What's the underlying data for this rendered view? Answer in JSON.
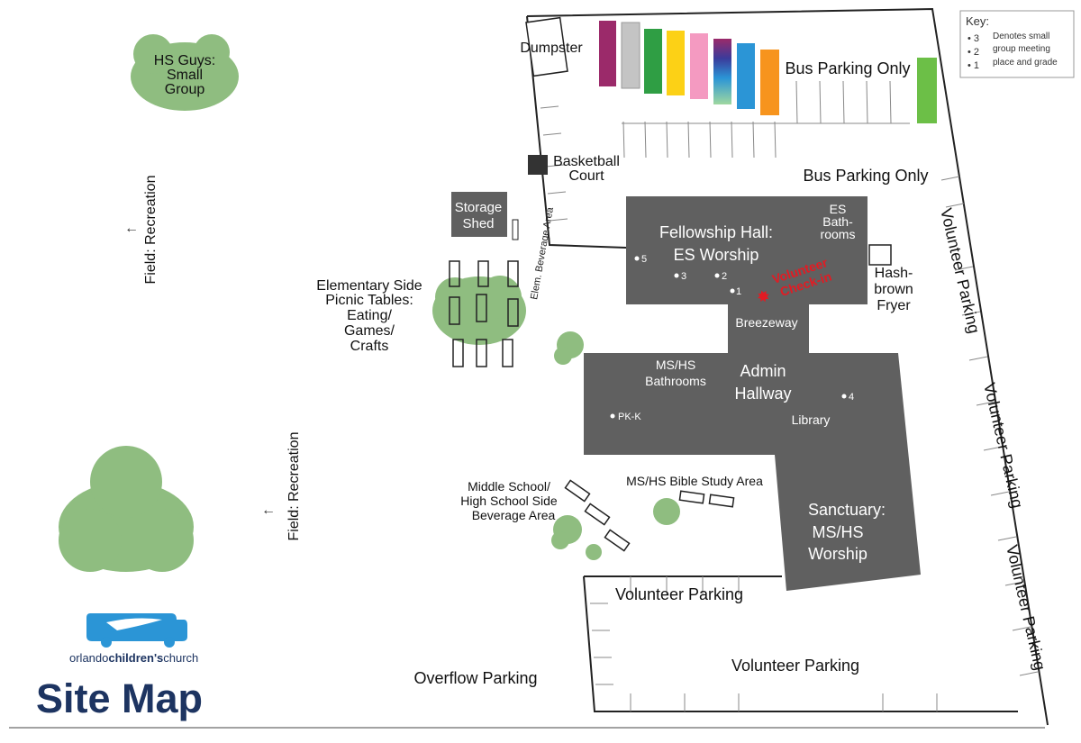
{
  "key": {
    "title": "Key:",
    "markers": [
      "3",
      "2",
      "1"
    ],
    "description": [
      "Denotes small",
      "group meeting",
      "place and grade"
    ]
  },
  "logo": {
    "org_name_light_1": "orlando",
    "org_name_bold": "children's",
    "org_name_light_2": "church",
    "title": "Site Map"
  },
  "colors": {
    "building": "#606060",
    "tree": "#8fbd80",
    "title": "#1d3461",
    "logo": "#2b95d6",
    "checkin": "#e21b23"
  },
  "buses": [
    "#9b2a6a",
    "#c4c4c4",
    "#2f9e44",
    "#fcd116",
    "#f49ac1",
    "gradient",
    "#2b95d6",
    "#f7941d"
  ],
  "labels": {
    "hs_guys": [
      "HS Guys:",
      "Small",
      "Group"
    ],
    "field_1": "Field: Recreation",
    "field_2": "Field: Recreation",
    "dumpster": "Dumpster",
    "bus_parking_1": "Bus Parking Only",
    "bus_parking_2": "Bus Parking Only",
    "basketball": [
      "Basketball",
      "Court"
    ],
    "storage": [
      "Storage",
      "Shed"
    ],
    "elem_beverage": "Elem. Beverage Area",
    "picnic": [
      "Elementary Side",
      "Picnic Tables:",
      "Eating/",
      "Games/",
      "Crafts"
    ],
    "fellowship": [
      "Fellowship Hall:",
      "ES Worship"
    ],
    "es_bathrooms": [
      "ES",
      "Bath-",
      "rooms"
    ],
    "hashbrown": [
      "Hash-",
      "brown",
      "Fryer"
    ],
    "checkin": [
      "Volunteer",
      "Check-in"
    ],
    "breezeway": "Breezeway",
    "mshs_bathrooms": [
      "MS/HS",
      "Bathrooms"
    ],
    "admin": [
      "Admin",
      "Hallway"
    ],
    "library": "Library",
    "pkk": "PK-K",
    "grade_markers": {
      "g5": "5",
      "g3": "3",
      "g2": "2",
      "g1": "1",
      "g4": "4"
    },
    "bible_study": "MS/HS Bible Study Area",
    "mshs_beverage": [
      "Middle School/",
      "High School Side",
      "Beverage Area"
    ],
    "sanctuary": [
      "Sanctuary:",
      "MS/HS",
      "Worship"
    ],
    "volunteer_parking_1": "Volunteer Parking",
    "volunteer_parking_2": "Volunteer Parking",
    "volunteer_parking_3": "Volunteer Parking",
    "volunteer_parking_4": "Volunteer Parking",
    "volunteer_parking_5": "Volunteer Parking",
    "overflow": "Overflow Parking"
  }
}
